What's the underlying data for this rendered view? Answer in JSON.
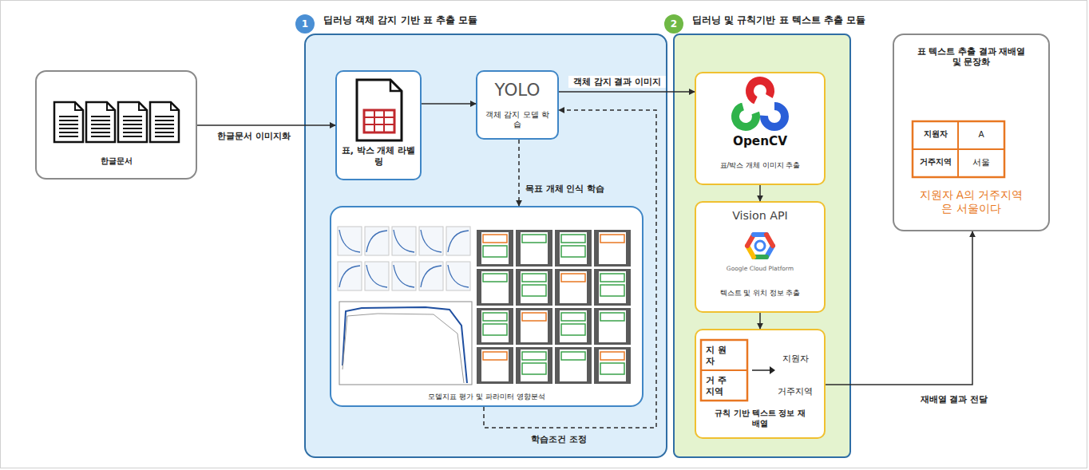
{
  "diagram": {
    "nodes": [
      {
        "text": [
          "한글문서"
        ]
      },
      {
        "text": [
          "딥러닝 객체 감지 기반 표 추출 모듈"
        ]
      },
      {
        "text": [
          "표, 박스 개체 라벨링"
        ],
        "in": 1
      },
      {
        "text": [
          "YOLO",
          "객체 감지 모델 학습"
        ],
        "in": 1
      },
      {
        "text": [
          "모델지표 평가 및 파라미터 영향분석"
        ],
        "in": 1
      },
      {
        "text": [
          "딥러닝 및 규칙기반 표 텍스트 추출 모듈"
        ]
      },
      {
        "text": [
          "OpenCV",
          "표/박스 개체 이미지 추출"
        ],
        "in": 5
      },
      {
        "text": [
          "Vision API",
          "Google Cloud Platform",
          "텍스트 및 위치 정보 추출"
        ],
        "in": 5
      },
      {
        "text": [
          "규칙 기반 텍스트 정보 재배열"
        ],
        "in": 5
      },
      {
        "text": [
          "표 텍스트 추출 결과 재배열 및 문장화",
          "지원자 A의 거주지역은 서울이다"
        ]
      }
    ],
    "edges": [
      {
        "from": 0,
        "to": 2,
        "arrow": "to",
        "label": "한글문서 이미지화"
      },
      {
        "from": 2,
        "to": 3,
        "arrow": "to"
      },
      {
        "from": 3,
        "to": 4,
        "arrow": "to",
        "label": "목표 개체 인식 학습"
      },
      {
        "from": 4,
        "to": 3,
        "arrow": "to",
        "label": "학습조건 조정"
      },
      {
        "from": 3,
        "to": 6,
        "arrow": "to",
        "label": "객체 감지 결과 이미지"
      },
      {
        "from": 6,
        "to": 7,
        "arrow": "to"
      },
      {
        "from": 7,
        "to": 8,
        "arrow": "to"
      },
      {
        "from": 8,
        "to": 9,
        "arrow": "to",
        "label": "재배열 결과 전달"
      }
    ],
    "labels": [
      "1",
      "2",
      "지 원 자",
      "거 주 지역",
      "지원자",
      "거주지역",
      "지원자",
      "A",
      "거주지역",
      "서울"
    ]
  }
}
